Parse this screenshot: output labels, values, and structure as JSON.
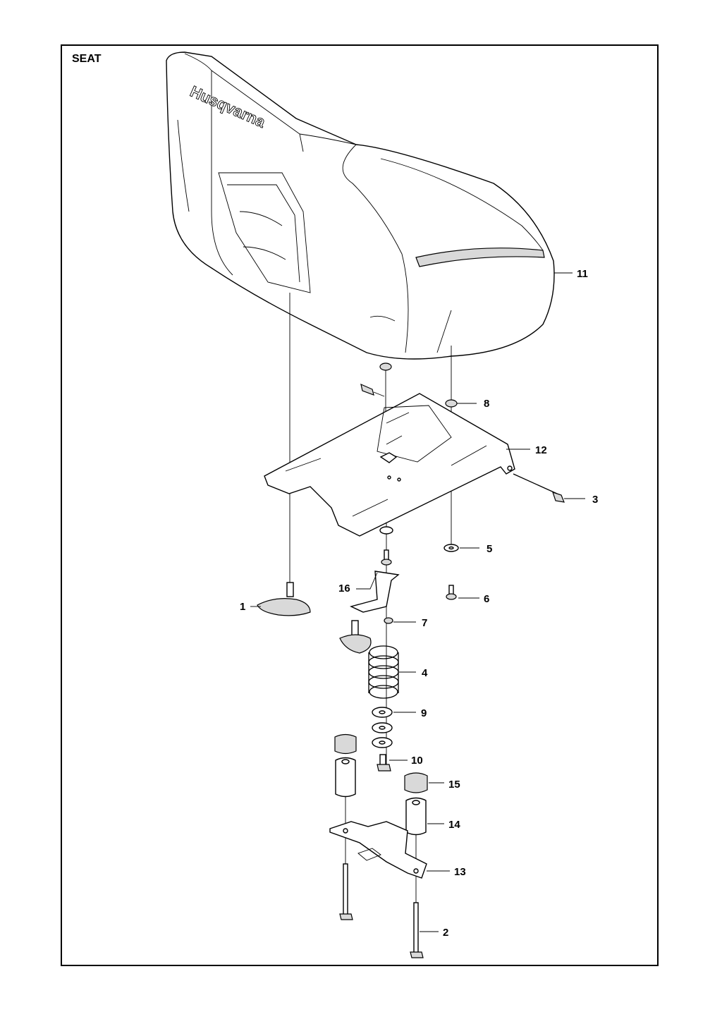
{
  "title": "SEAT",
  "brand_mark": "Husqvarna",
  "callouts": {
    "c1": "1",
    "c2": "2",
    "c3": "3",
    "c4": "4",
    "c5": "5",
    "c6": "6",
    "c7": "7",
    "c8": "8",
    "c9": "9",
    "c10": "10",
    "c11": "11",
    "c12": "12",
    "c13": "13",
    "c14": "14",
    "c15": "15",
    "c16": "16"
  }
}
